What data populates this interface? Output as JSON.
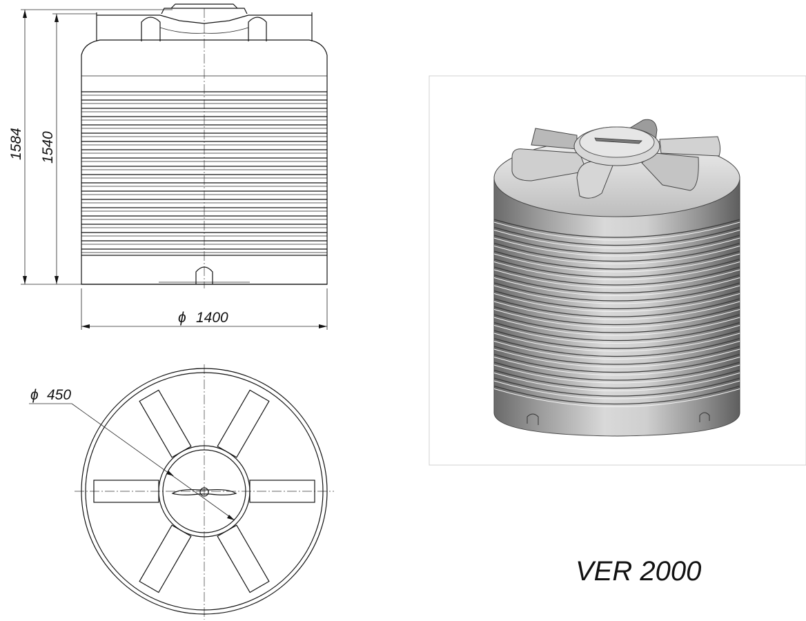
{
  "dimensions": {
    "total_height": "1584",
    "body_height": "1540",
    "diameter": "1400",
    "hatch_diameter": "450"
  },
  "symbols": {
    "diameter": "ϕ"
  },
  "model": {
    "name": "VER 2000"
  },
  "colors": {
    "line": "#111111",
    "render_light": "#e6e6e6",
    "render_mid": "#a9a9a9",
    "render_dark": "#6d6d6d"
  }
}
